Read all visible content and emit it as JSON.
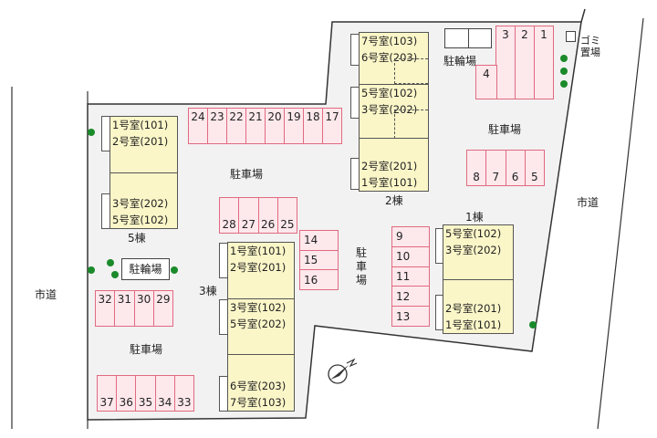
{
  "roads": {
    "west": "市道",
    "east": "市道"
  },
  "parking_label": "駐車場",
  "bike_parking_label": "駐輪場",
  "garbage_label": "ゴミ置場",
  "stalls": {
    "north_row": [
      "24",
      "23",
      "22",
      "21",
      "20",
      "19",
      "18",
      "17"
    ],
    "ne_row": [
      "3",
      "2",
      "1"
    ],
    "ne_single": "4",
    "east_row": [
      "8",
      "7",
      "6",
      "5"
    ],
    "center_row": [
      "28",
      "27",
      "26",
      "25"
    ],
    "center_col": [
      "14",
      "15",
      "16"
    ],
    "south_col": [
      "9",
      "10",
      "11",
      "12",
      "13"
    ],
    "west_row": [
      "32",
      "31",
      "30",
      "29"
    ],
    "sw_row": [
      "37",
      "36",
      "35",
      "34",
      "33"
    ]
  },
  "buildings": {
    "b1": {
      "name": "1棟",
      "units": [
        "5号室(102)",
        "3号室(202)",
        "2号室(201)",
        "1号室(101)"
      ]
    },
    "b2": {
      "name": "2棟",
      "units": [
        "7号室(103)",
        "6号室(203)",
        "5号室(102)",
        "3号室(202)",
        "2号室(201)",
        "1号室(101)"
      ]
    },
    "b3": {
      "name": "3棟",
      "units": [
        "1号室(101)",
        "2号室(201)",
        "3号室(102)",
        "5号室(202)",
        "6号室(203)",
        "7号室(103)"
      ]
    },
    "b5": {
      "name": "5棟",
      "units": [
        "1号室(101)",
        "2号室(201)",
        "3号室(202)",
        "5号室(102)"
      ]
    }
  },
  "colors": {
    "stall_fill": "#fde8ec",
    "stall_border": "#e06a80",
    "building_fill": "#fbf6c8",
    "tree": "#1a8a2a",
    "lot": "#f2f2f2"
  }
}
